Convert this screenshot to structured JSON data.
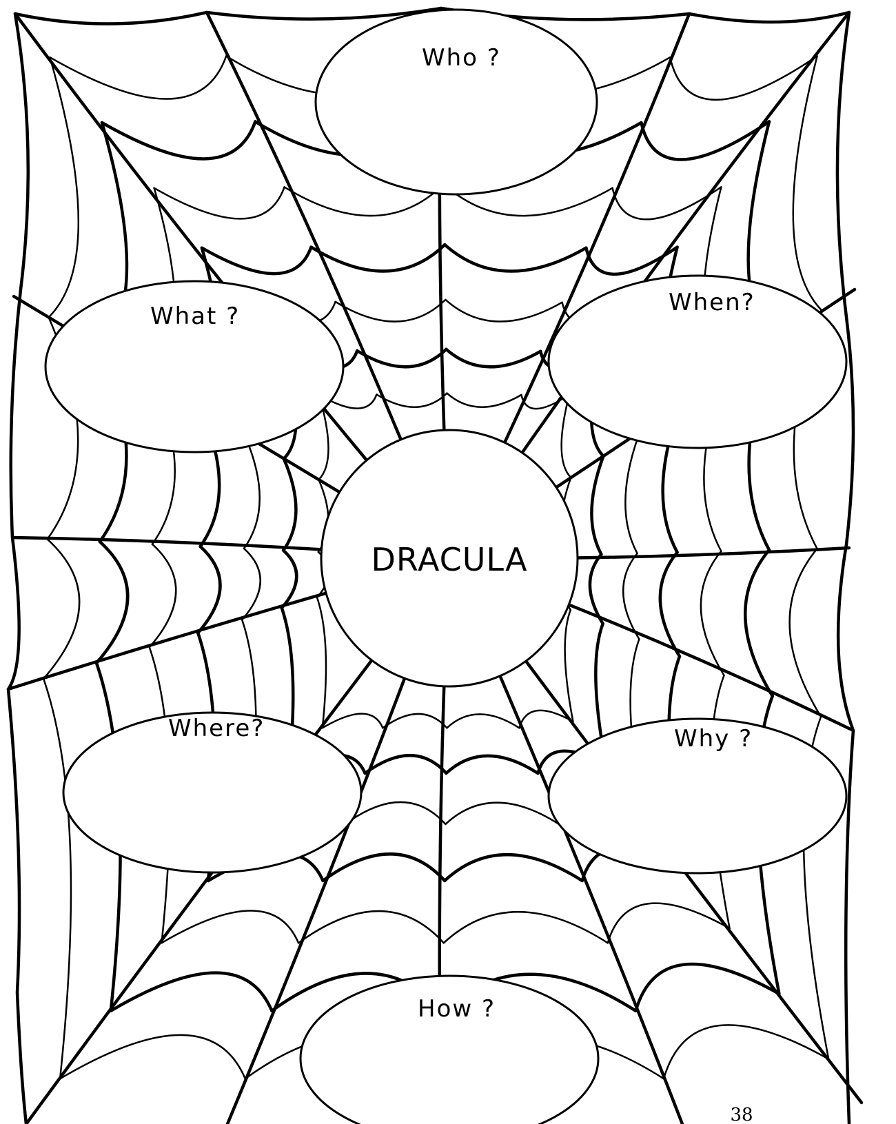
{
  "center": {
    "label": "DRACULA"
  },
  "questions": {
    "who": "Who ?",
    "what": "What ?",
    "when": "When?",
    "where": "Where?",
    "why": "Why ?",
    "how": "How ?"
  },
  "page_number": "38"
}
